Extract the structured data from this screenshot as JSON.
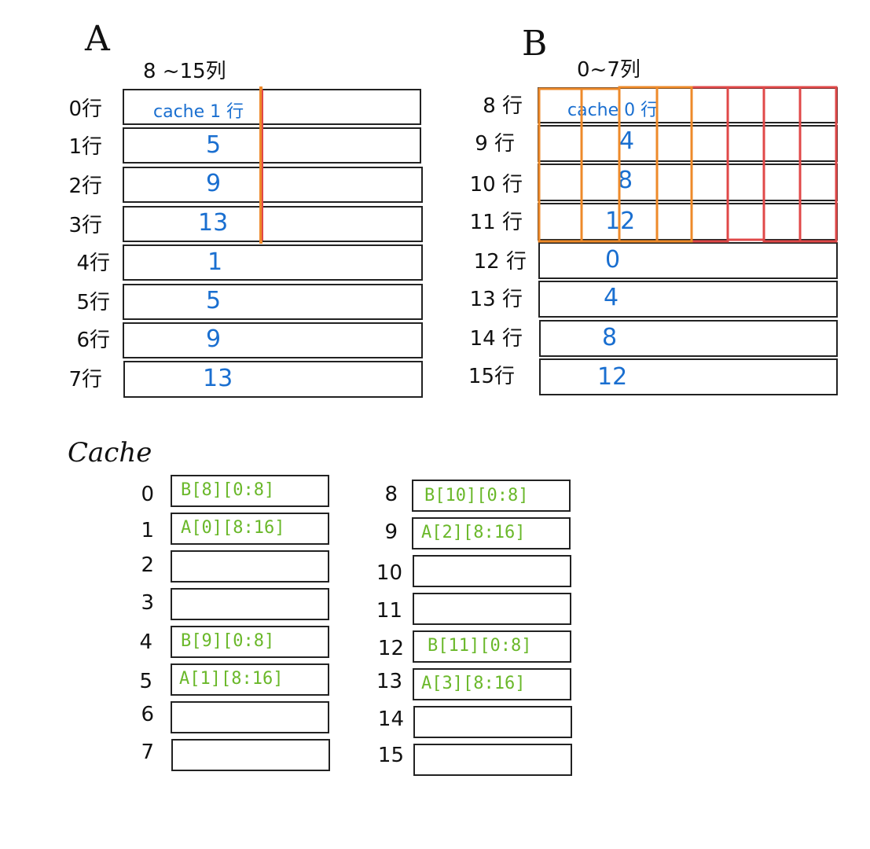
{
  "matrixA": {
    "name": "A",
    "col_range": "8 ~15列",
    "rows": [
      {
        "label": "0行",
        "value": "cache 1 行"
      },
      {
        "label": "1行",
        "value": "5"
      },
      {
        "label": "2行",
        "value": "9"
      },
      {
        "label": "3行",
        "value": "13"
      },
      {
        "label": "4行",
        "value": "1"
      },
      {
        "label": "5行",
        "value": "5"
      },
      {
        "label": "6行",
        "value": "9"
      },
      {
        "label": "7行",
        "value": "13"
      }
    ]
  },
  "matrixB": {
    "name": "B",
    "col_range": "0~7列",
    "rows": [
      {
        "label": "8 行",
        "value": "cache 0 行"
      },
      {
        "label": "9 行",
        "value": "4"
      },
      {
        "label": "10 行",
        "value": "8"
      },
      {
        "label": "11 行",
        "value": "12"
      },
      {
        "label": "12 行",
        "value": "0"
      },
      {
        "label": "13 行",
        "value": "4"
      },
      {
        "label": "14 行",
        "value": "8"
      },
      {
        "label": "15行",
        "value": "12"
      }
    ]
  },
  "cache": {
    "title": "Cache",
    "left": [
      {
        "index": "0",
        "content": "B[8][0:8]"
      },
      {
        "index": "1",
        "content": "A[0][8:16]"
      },
      {
        "index": "2",
        "content": ""
      },
      {
        "index": "3",
        "content": ""
      },
      {
        "index": "4",
        "content": "B[9][0:8]"
      },
      {
        "index": "5",
        "content": "A[1][8:16]"
      },
      {
        "index": "6",
        "content": ""
      },
      {
        "index": "7",
        "content": ""
      }
    ],
    "right": [
      {
        "index": "8",
        "content": "B[10][0:8]"
      },
      {
        "index": "9",
        "content": "A[2][8:16]"
      },
      {
        "index": "10",
        "content": ""
      },
      {
        "index": "11",
        "content": ""
      },
      {
        "index": "12",
        "content": "B[11][0:8]"
      },
      {
        "index": "13",
        "content": "A[3][8:16]"
      },
      {
        "index": "14",
        "content": ""
      },
      {
        "index": "15",
        "content": ""
      }
    ]
  },
  "colors": {
    "ink": "#222222",
    "blue": "#1a6fd0",
    "green": "#6ab82a",
    "orange": "#ee8a2a",
    "red": "#e04848"
  }
}
